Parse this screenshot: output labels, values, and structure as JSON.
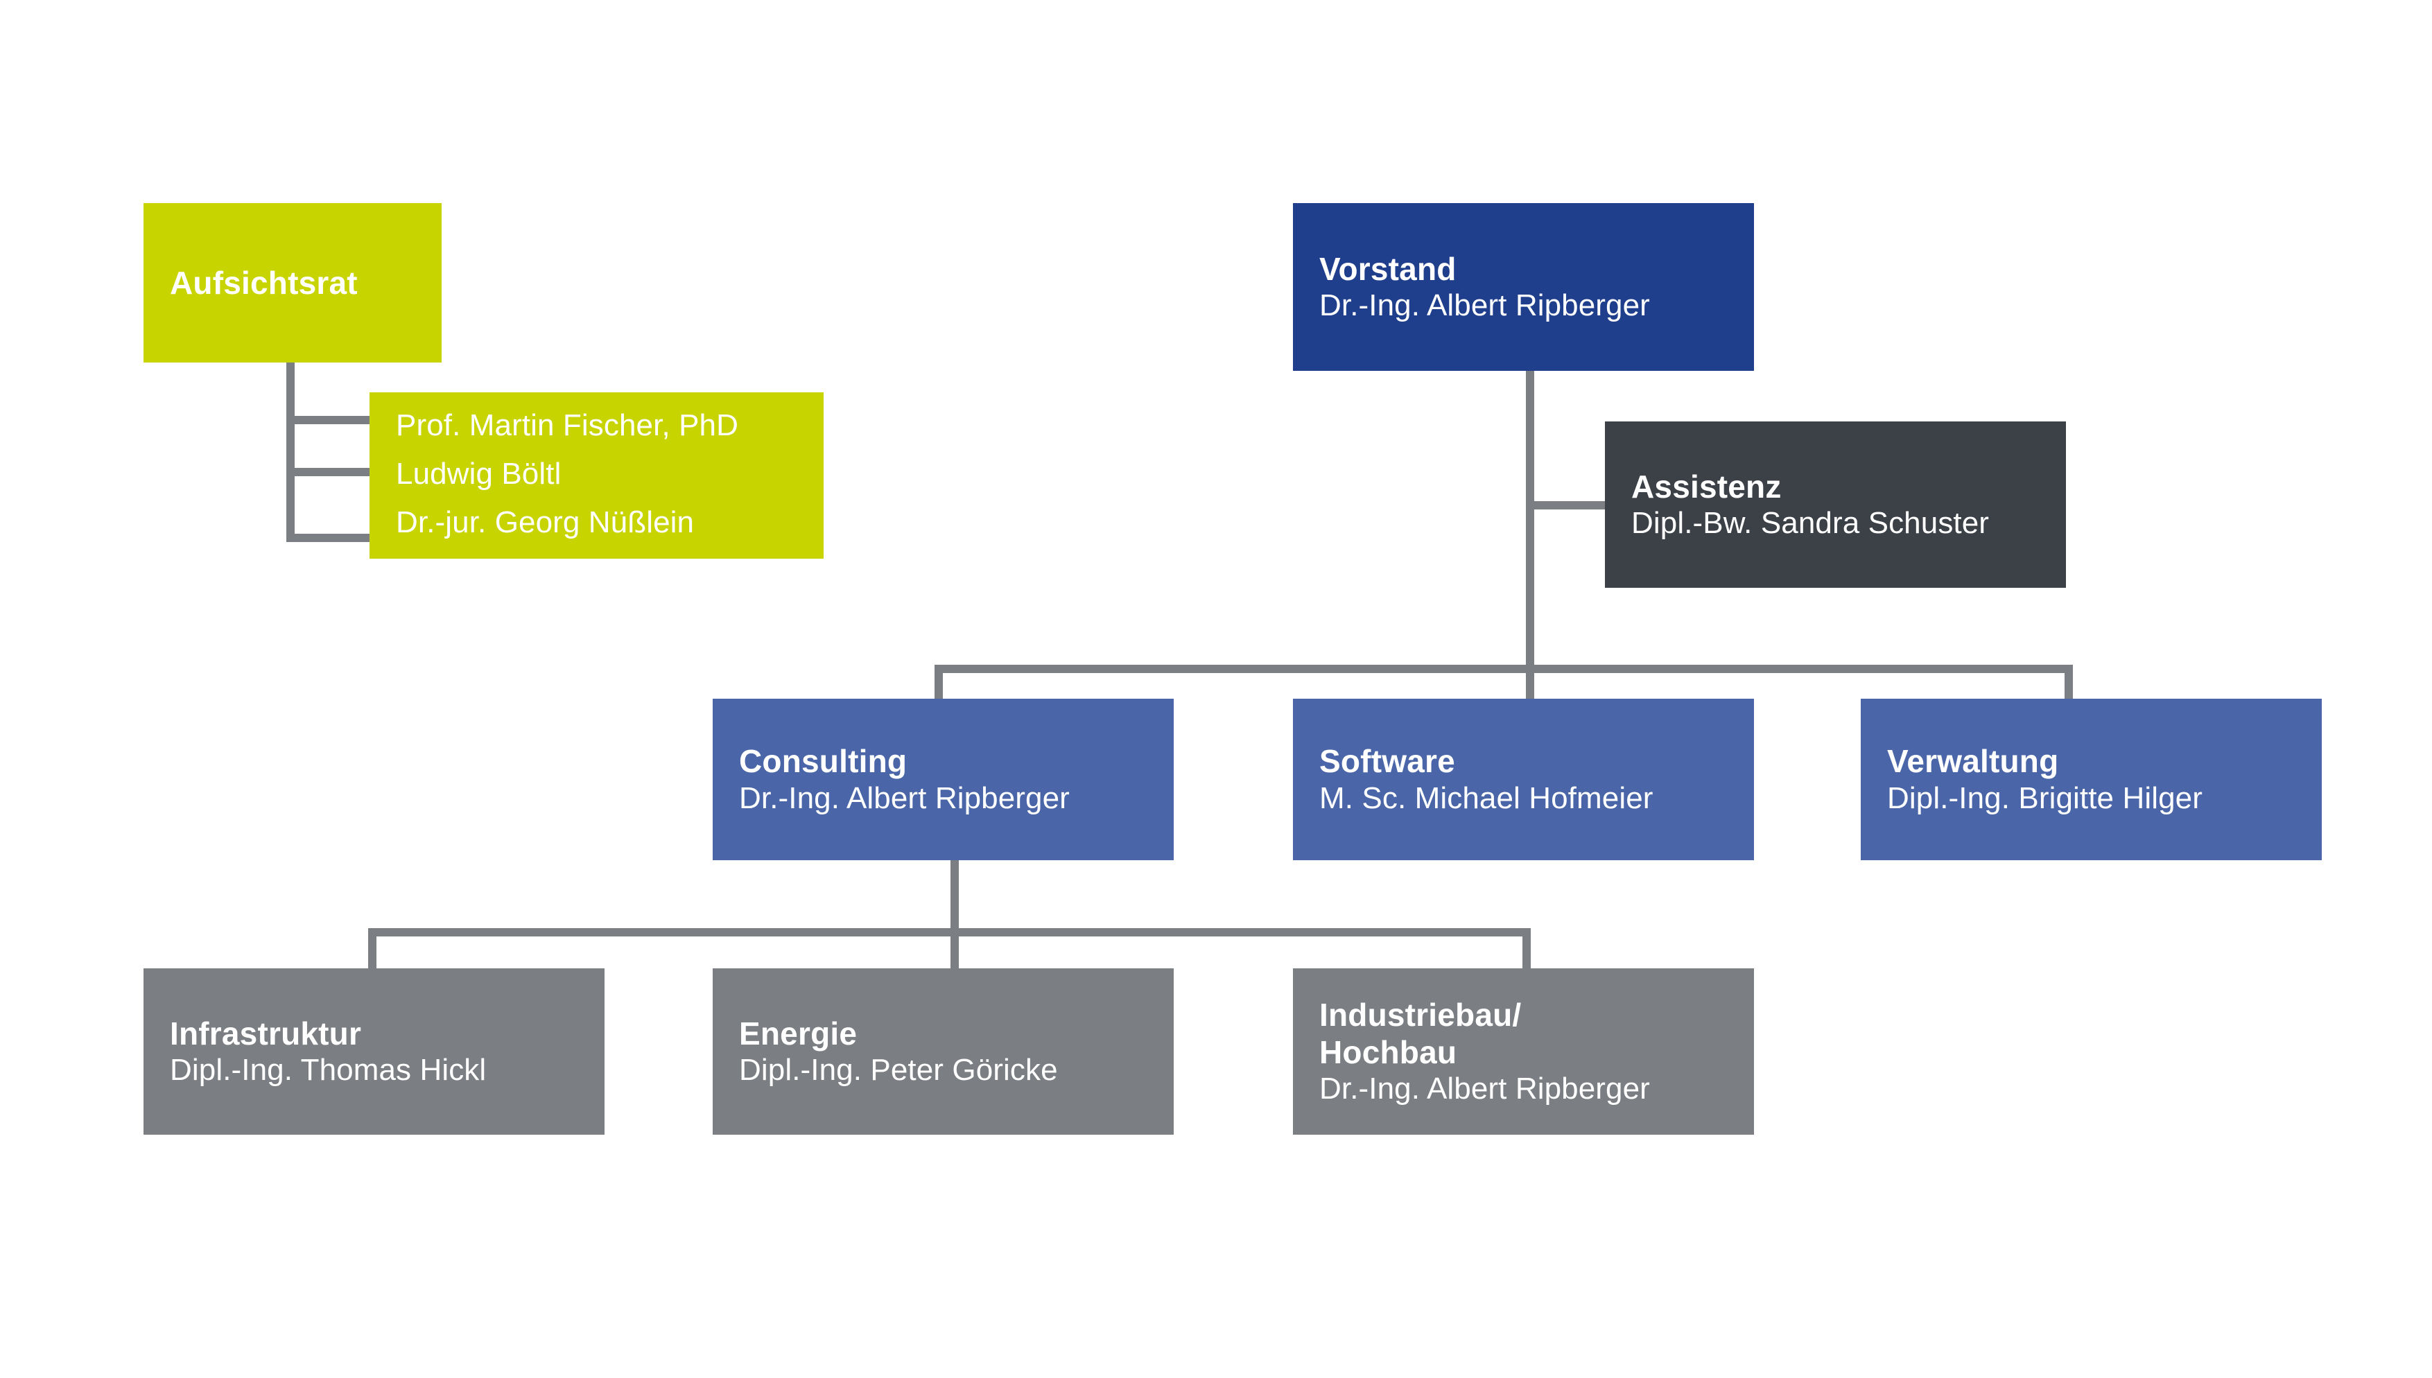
{
  "chart": {
    "kind": "organization-chart",
    "background_color": "#FFFFFF",
    "connector_color": "#7B7E83",
    "palette": {
      "lime": "#C8D400",
      "navy": "#1F3E8C",
      "steel": "#4A66A8",
      "charcoal": "#3C4148",
      "gray": "#7B7E83",
      "text": "#FFFFFF"
    }
  },
  "nodes": {
    "aufsichtsrat": {
      "title": "Aufsichtsrat",
      "color": "#C8D400",
      "level": "supervisory-board"
    },
    "aufsichtsrat_members": {
      "color": "#C8D400",
      "members": [
        "Prof. Martin Fischer, PhD",
        "Ludwig Böltl",
        "Dr.-jur. Georg Nüßlein"
      ]
    },
    "vorstand": {
      "title": "Vorstand",
      "person": "Dr.-Ing. Albert Ripberger",
      "color": "#1F3E8C",
      "level": "executive-board"
    },
    "assistenz": {
      "title": "Assistenz",
      "person": "Dipl.-Bw. Sandra Schuster",
      "color": "#3C4148",
      "level": "staff"
    },
    "consulting": {
      "title": "Consulting",
      "person": "Dr.-Ing. Albert Ripberger",
      "color": "#4A66A8",
      "level": "division"
    },
    "software": {
      "title": "Software",
      "person": "M. Sc. Michael Hofmeier",
      "color": "#4A66A8",
      "level": "division"
    },
    "verwaltung": {
      "title": "Verwaltung",
      "person": "Dipl.-Ing. Brigitte Hilger",
      "color": "#4A66A8",
      "level": "division"
    },
    "infrastruktur": {
      "title": "Infrastruktur",
      "person": "Dipl.-Ing. Thomas Hickl",
      "color": "#7B7E83",
      "level": "department"
    },
    "energie": {
      "title": "Energie",
      "person": "Dipl.-Ing. Peter Göricke",
      "color": "#7B7E83",
      "level": "department"
    },
    "industriebau": {
      "title": "Industriebau/\nHochbau",
      "person": "Dr.-Ing. Albert Ripberger",
      "color": "#7B7E83",
      "level": "department"
    }
  }
}
